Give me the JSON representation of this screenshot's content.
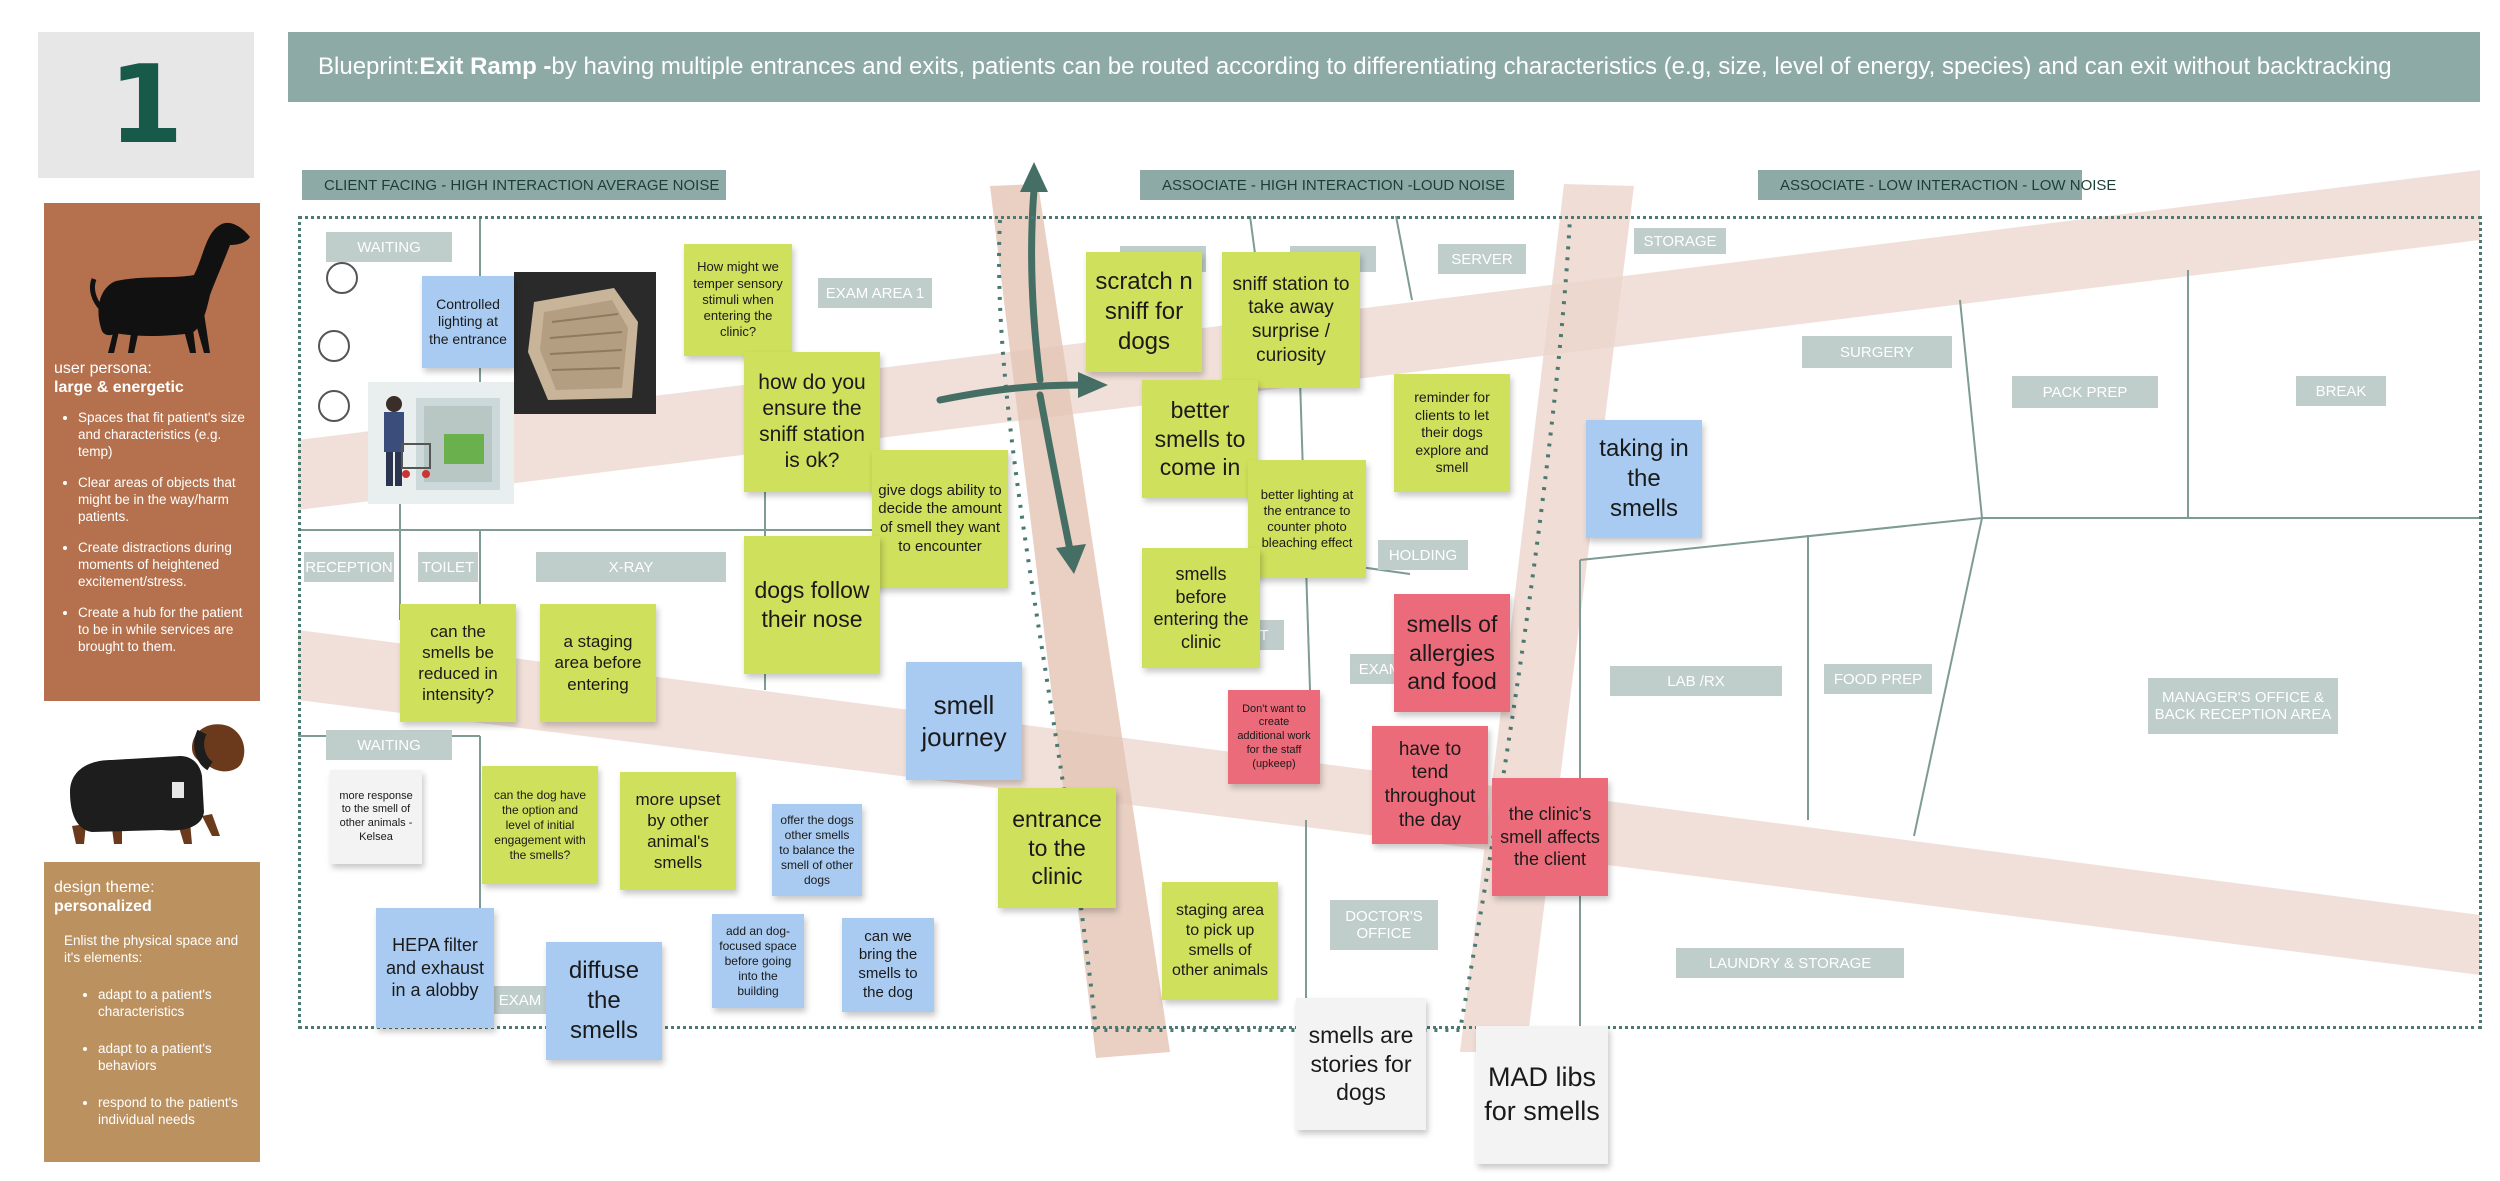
{
  "page_number": "1",
  "title": {
    "prefix": "Blueprint: ",
    "bold": "Exit Ramp - ",
    "rest": "by having multiple entrances and exits, patients can be routed according to differentiating characteristics (e.g, size, level of energy, species) and can exit without backtracking"
  },
  "zones": [
    "CLIENT FACING - HIGH INTERACTION AVERAGE NOISE",
    "ASSOCIATE - HIGH INTERACTION -LOUD NOISE",
    "ASSOCIATE - LOW INTERACTION - LOW NOISE"
  ],
  "persona": {
    "label": "user persona:",
    "title": "large & energetic",
    "items": [
      "Spaces that fit patient's size and characteristics (e.g. temp)",
      "Clear areas of objects that might be in the way/harm patients.",
      "Create distractions during moments of heightened excitement/stress.",
      "Create a hub for the patient to be in while services are brought to them."
    ]
  },
  "theme": {
    "label": "design theme:",
    "title": "personalized",
    "description": "Enlist the physical space and it's elements:",
    "items": [
      "adapt to a patient's characteristics",
      "adapt to a patient's behaviors",
      "respond to the patient's individual needs"
    ]
  },
  "rooms": {
    "waiting_top": "WAITING",
    "exam_area_1": "EXAM AREA 1",
    "reception": "RECEPTION",
    "toilet": "TOILET",
    "xray": "X-RAY",
    "waiting_bottom": "WAITING",
    "exam_bottom": "EXAM",
    "server": "SERVER",
    "holding": "HOLDING",
    "exam_mid": "EXAM",
    "doctors_office": "DOCTOR'S OFFICE",
    "storage": "STORAGE",
    "surgery": "SURGERY",
    "pack_prep": "PACK PREP",
    "break": "BREAK",
    "lab_rx": "LAB /RX",
    "food_prep": "FOOD PREP",
    "managers_office": "MANAGER'S OFFICE & BACK RECEPTION AREA",
    "laundry_storage": "LAUNDRY & STORAGE",
    "t_label": "T"
  },
  "notes": {
    "controlled_lighting": "Controlled lighting at the entrance",
    "temper_stimuli": "How might we temper sensory stimuli when entering the clinic?",
    "ensure_sniff": "how do you ensure the sniff station is ok?",
    "give_ability": "give dogs ability to decide the amount of smell they want to encounter",
    "follow_nose": "dogs follow their nose",
    "reduced_intensity": "can the smells be reduced in intensity?",
    "staging_area": "a staging area before entering",
    "smell_journey": "smell journey",
    "more_response": "more response to the smell of other animals - Kelsea",
    "option_level": "can the dog have the option and level of initial engagement with the smells?",
    "upset_smells": "more upset by other animal's smells",
    "offer_smells": "offer the dogs other smells to balance the smell of other dogs",
    "hepa": "HEPA filter and exhaust in a alobby",
    "diffuse": "diffuse the smells",
    "dog_focused": "add an dog-focused space before going into the building",
    "bring_smells": "can we bring the smells to the dog",
    "entrance_clinic": "entrance to the clinic",
    "scratch_sniff": "scratch n sniff for dogs",
    "sniff_station": "sniff station to take away surprise / curiosity",
    "better_smells": "better smells to come in",
    "better_lighting": "better lighting at the entrance to counter photo bleaching effect",
    "reminder": "reminder for clients to let their dogs explore and smell",
    "smells_before": "smells before entering the clinic",
    "allergies": "smells of allergies and food",
    "dont_want": "Don't want to create additional work for the staff (upkeep)",
    "tend": "have to tend throughout the day",
    "clinic_smell": "the clinic's smell affects the client",
    "staging_pickup": "staging area to pick up smells of other animals",
    "taking_in": "taking in the smells",
    "stories": "smells are stories for dogs",
    "mad_libs": "MAD libs for smells"
  },
  "colors": {
    "title_bar": "#8eaaa7",
    "persona_panel": "#b5714d",
    "theme_panel": "#bc9160",
    "yellow_note": "#cfe05c",
    "blue_note": "#a9cbf2",
    "red_note": "#ec6b7a",
    "path_band": "#ecd6cc",
    "arrow": "#456f64"
  }
}
